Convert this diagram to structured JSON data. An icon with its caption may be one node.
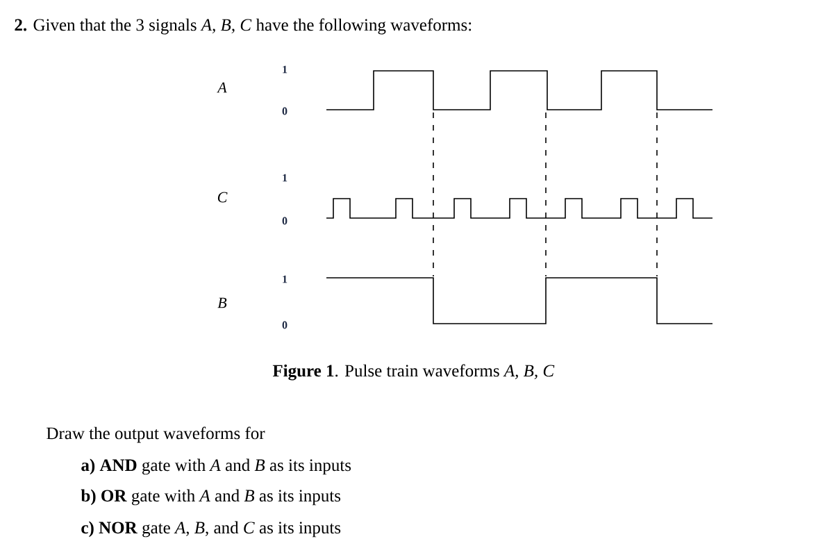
{
  "diagram": {
    "title": "**2.** Given that the 3 signals *A, B, C* have the following waveforms:",
    "caption": "**Figure 1**. Pulse train waveforms *A, B, C*",
    "labels": [
      "A",
      "1",
      "0",
      "C",
      "1",
      "0",
      "B",
      "1",
      "0",
      "Draw the output waveforms for",
      "**a) AND** gate with *A* and *B* as its inputs",
      "**b) OR** gate with *A* and *B* as its inputs",
      "**c) NOR** gate *A*, *B*, and *C* as its inputs"
    ]
  }
}
